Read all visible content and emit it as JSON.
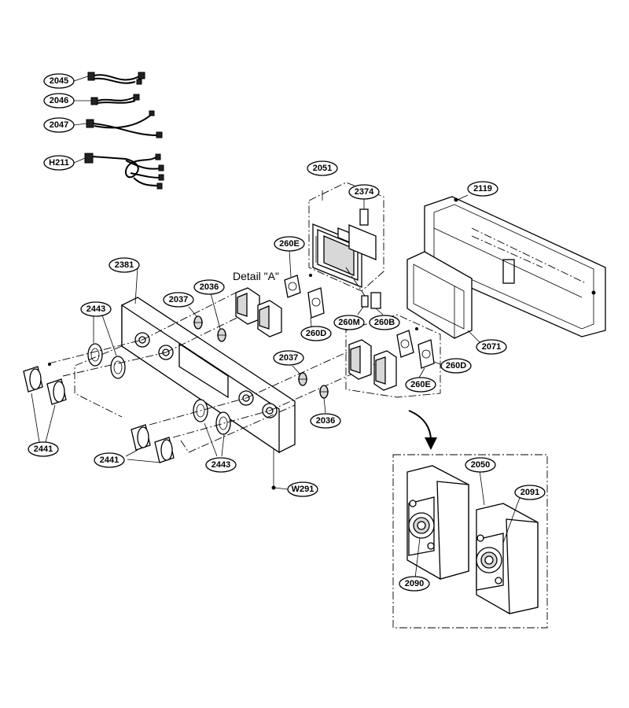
{
  "callouts": {
    "c2045": "2045",
    "c2046": "2046",
    "c2047": "2047",
    "cH211": "H211",
    "c2051": "2051",
    "c2374": "2374",
    "c2119": "2119",
    "c2381": "2381",
    "c260E_top": "260E",
    "c2036_top": "2036",
    "c2037_top": "2037",
    "c2443_left": "2443",
    "c260M": "260M",
    "c260B": "260B",
    "c260D_top": "260D",
    "c2071": "2071",
    "c2037_mid": "2037",
    "c260D_right": "260D",
    "c260E_right": "260E",
    "c2036_mid": "2036",
    "c2441_left": "2441",
    "c2441_mid": "2441",
    "c2443_mid": "2443",
    "cW291": "W291",
    "c2050": "2050",
    "c2091": "2091",
    "c2090": "2090"
  },
  "detail_label": "Detail \"A\""
}
